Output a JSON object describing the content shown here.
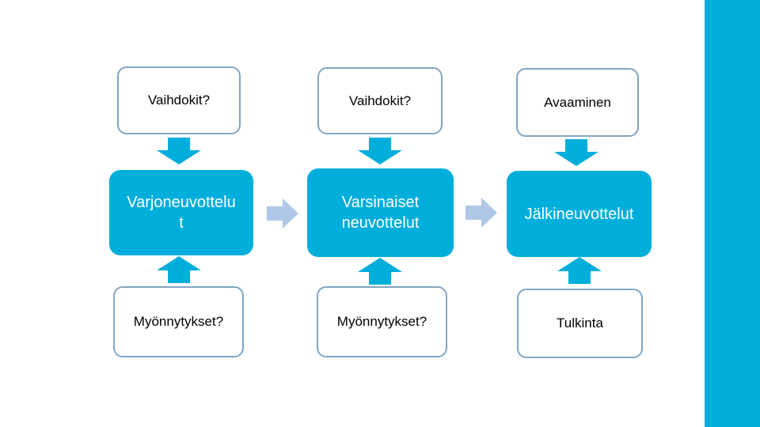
{
  "slide": {
    "accent_color": "#00aedb",
    "connector_color": "#afc8e8",
    "outline_color": "#81a6c4"
  },
  "process": {
    "columns": [
      {
        "top": "Vaihdokit?",
        "middle": "Varjoneuvottelu\nt",
        "bottom": "Myönnytykset?"
      },
      {
        "top": "Vaihdokit?",
        "middle": "Varsinaiset\nneuvottelut",
        "bottom": "Myönnytykset?"
      },
      {
        "top": "Avaaminen",
        "middle": "Jälkineuvottelut",
        "bottom": "Tulkinta"
      }
    ]
  }
}
